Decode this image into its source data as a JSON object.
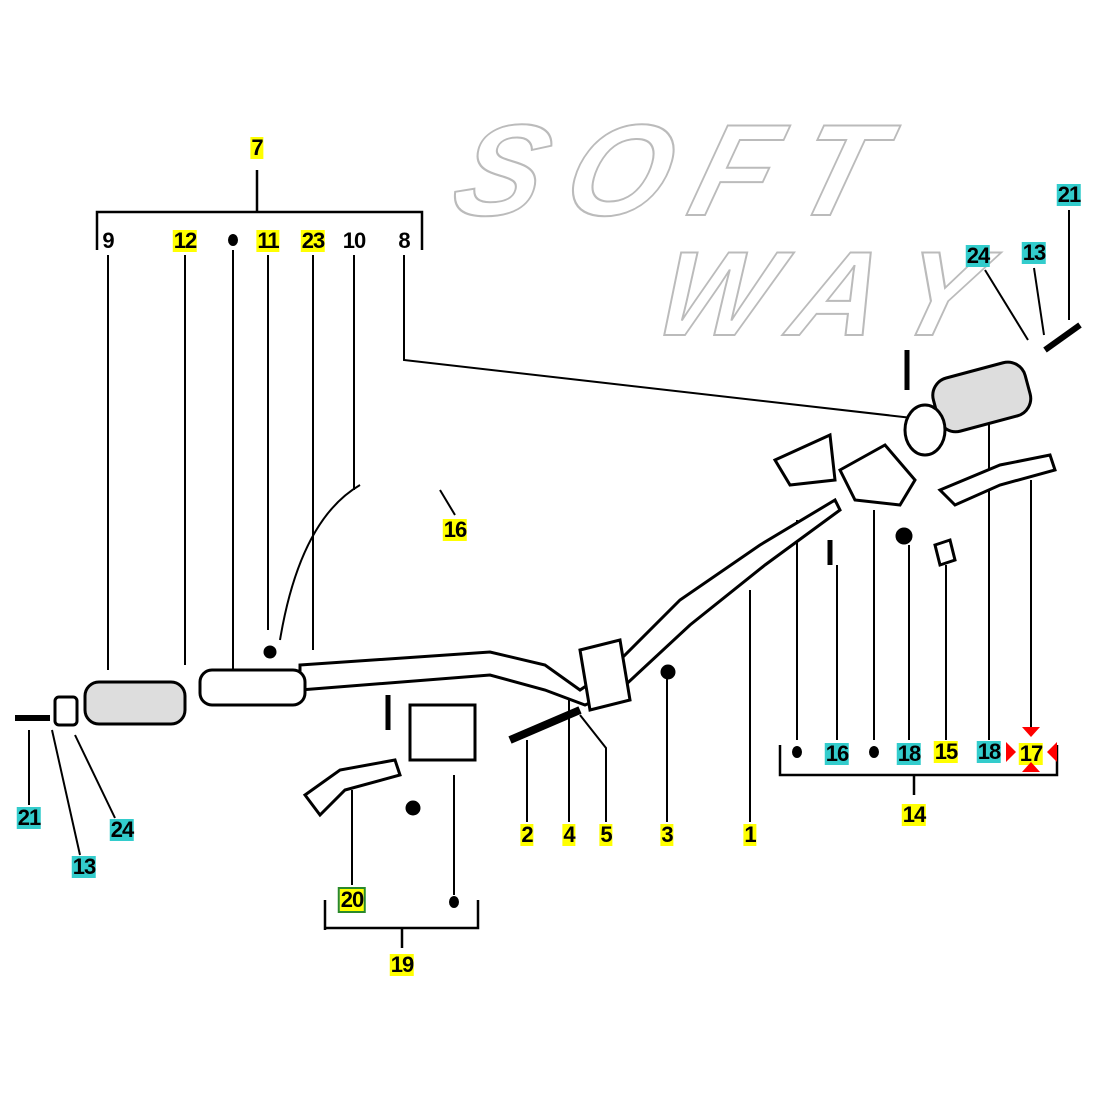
{
  "diagram": {
    "watermark": [
      "SOFT",
      "WAY"
    ],
    "colors": {
      "highlight_yellow": "#ffff00",
      "highlight_cyan": "#33cccc",
      "highlight_green": "#2a8a2a",
      "marker_red": "#ff0000"
    },
    "labels": {
      "l7": "7",
      "l9": "9",
      "l12": "12",
      "l11": "11",
      "l23": "23",
      "l10": "10",
      "l8": "8",
      "l16a": "16",
      "l21a": "21",
      "l24a": "24",
      "l13a": "13",
      "l21b": "21",
      "l13b": "13",
      "l24b": "24",
      "l2": "2",
      "l4": "4",
      "l5": "5",
      "l3": "3",
      "l1": "1",
      "l16b": "16",
      "l18a": "18",
      "l15": "15",
      "l18b": "18",
      "l17": "17",
      "l14": "14",
      "l20": "20",
      "l19": "19"
    }
  }
}
